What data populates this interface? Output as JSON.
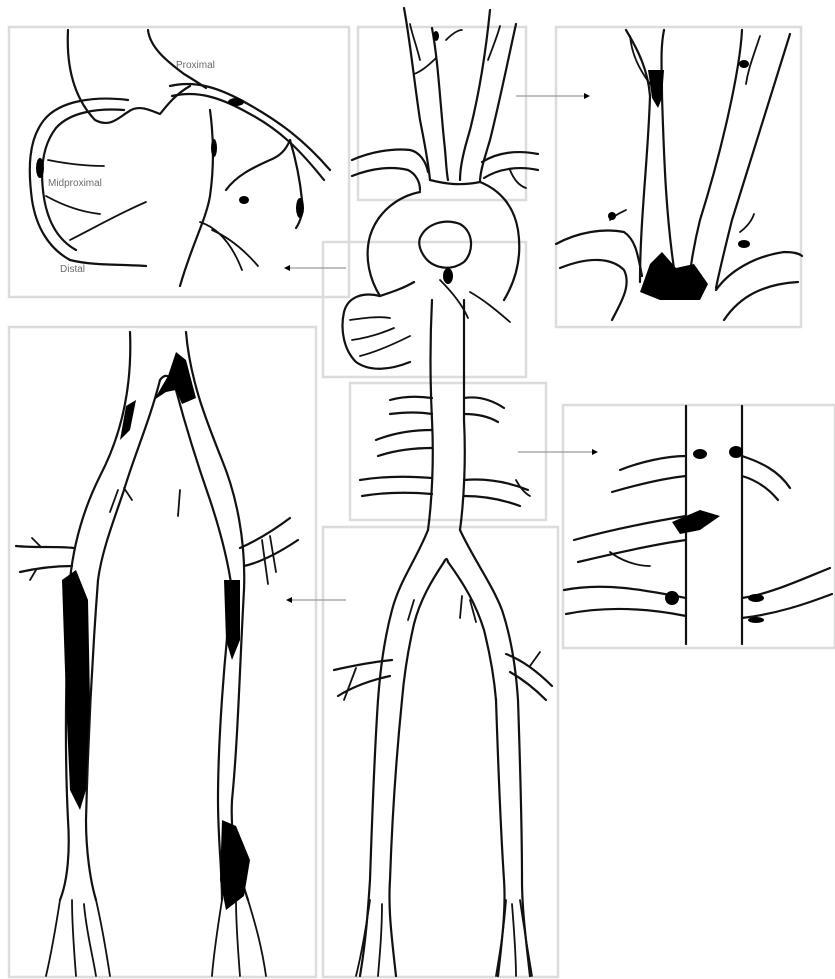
{
  "figure": {
    "coronary_labels": {
      "proximal": "Proximal",
      "midproximal": "Midproximal",
      "distal": "Distal"
    }
  },
  "colors": {
    "vessel_outline": "#111111",
    "stenosis_fill": "#000000",
    "panel_frame": "#dcdcdc",
    "pointer_line": "#9a9a9a",
    "label_text": "#6a6a6a"
  }
}
